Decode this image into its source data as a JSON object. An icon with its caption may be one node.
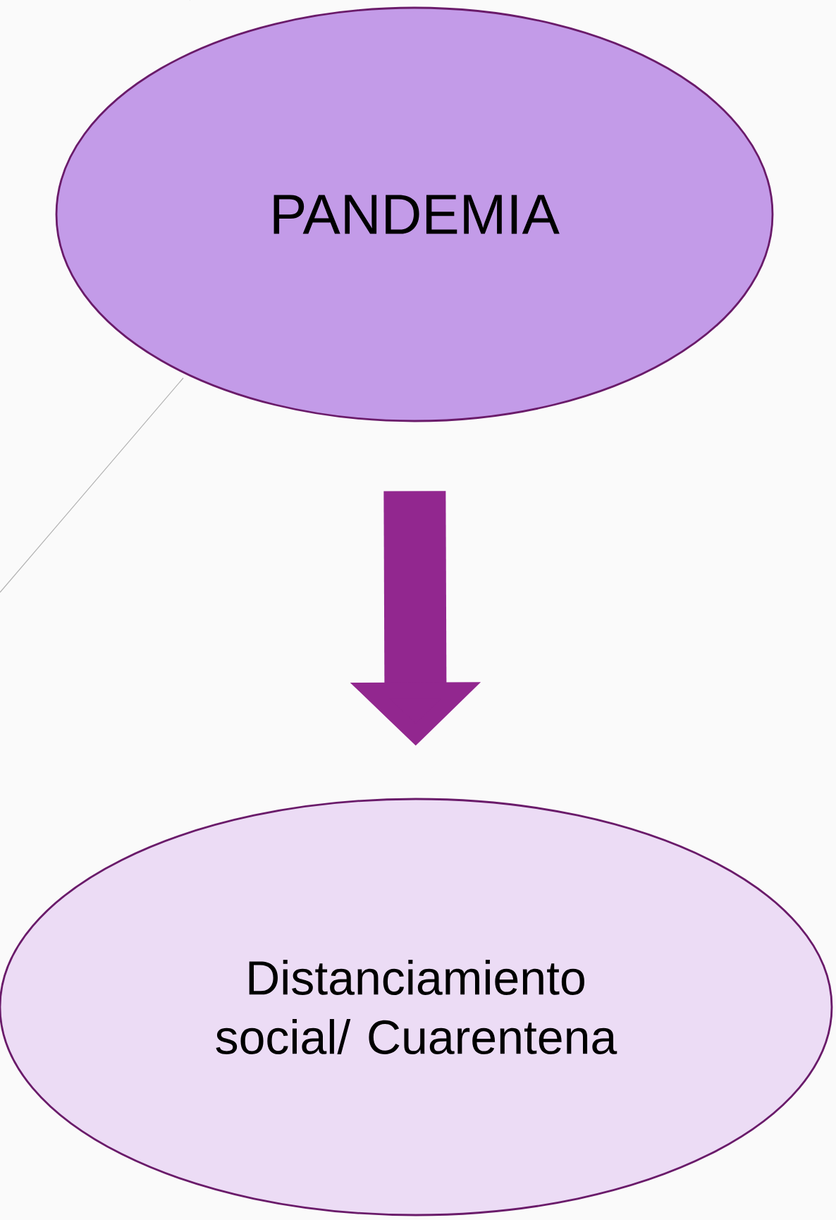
{
  "diagram": {
    "nodes": [
      {
        "text": [
          "PANDEMIA"
        ]
      },
      {
        "text": [
          "Distanciamiento social/ Cuarentena"
        ]
      }
    ],
    "edges": [
      {
        "from": 0,
        "to": 1,
        "arrow": "to"
      }
    ]
  }
}
